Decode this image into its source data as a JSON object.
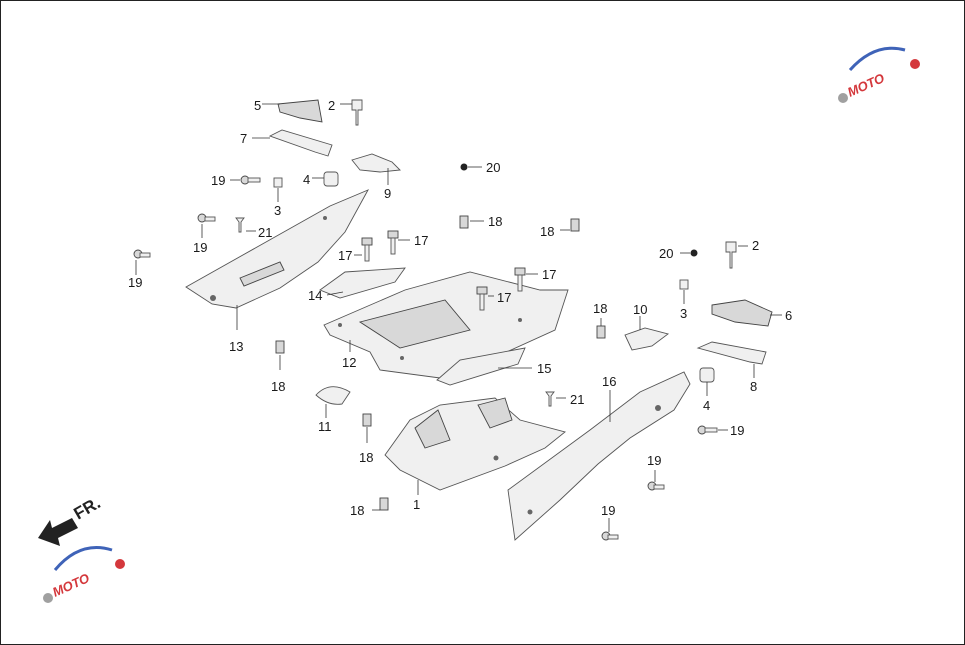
{
  "direction_label": "FR.",
  "watermark": {
    "brand": "MOTO",
    "colors": {
      "primary": "#d4383c",
      "secondary": "#3f63b8",
      "gear": "#a0a0a0"
    }
  },
  "labels": {
    "p1": "1",
    "p2a": "2",
    "p2b": "2",
    "p3a": "3",
    "p3b": "3",
    "p4a": "4",
    "p4b": "4",
    "p5": "5",
    "p6": "6",
    "p7": "7",
    "p8": "8",
    "p9": "9",
    "p10": "10",
    "p11": "11",
    "p12": "12",
    "p13": "13",
    "p14": "14",
    "p15": "15",
    "p16": "16",
    "p17a": "17",
    "p17b": "17",
    "p17c": "17",
    "p17d": "17",
    "p18a": "18",
    "p18b": "18",
    "p18c": "18",
    "p18d": "18",
    "p18e": "18",
    "p18f": "18",
    "p19a": "19",
    "p19b": "19",
    "p19c": "19",
    "p19d": "19",
    "p19e": "19",
    "p19f": "19",
    "p20a": "20",
    "p20b": "20",
    "p21a": "21",
    "p21b": "21"
  }
}
